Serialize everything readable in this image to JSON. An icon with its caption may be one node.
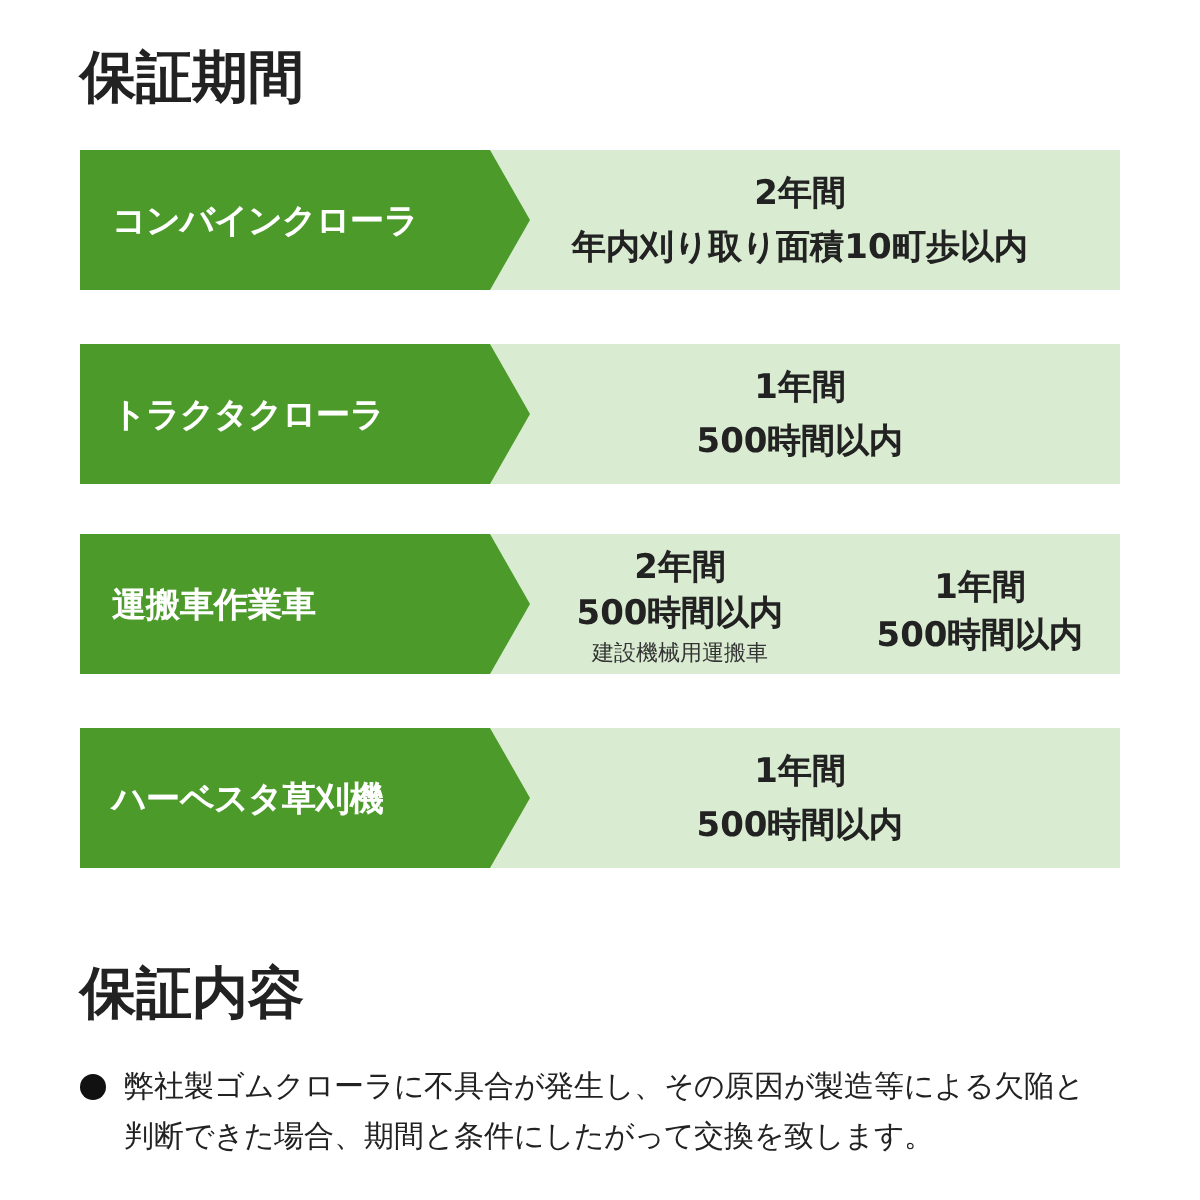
{
  "diagram": {
    "title": "保証期間",
    "nodes": [
      {
        "text": [
          "コンバインクローラ"
        ]
      },
      {
        "text": [
          "2年間",
          "年内刈り取り面積10町歩以内"
        ]
      },
      {
        "text": [
          "トラクタクローラ"
        ]
      },
      {
        "text": [
          "1年間",
          "500時間以内"
        ]
      },
      {
        "text": [
          "運搬車作業車"
        ]
      },
      {
        "text": [
          "2年間",
          "500時間以内",
          "建設機械用運搬車",
          "1年間",
          "500時間以内"
        ]
      },
      {
        "text": [
          "ハーベスタ草刈機"
        ]
      },
      {
        "text": [
          "1年間",
          "500時間以内"
        ]
      }
    ],
    "edges": [],
    "labels": [
      "保証内容",
      "弊社製ゴムクローラに不具合が発生し、その原因が製造等による欠陥と判断できた場合、期間と条件にしたがって交換を致します。"
    ]
  }
}
